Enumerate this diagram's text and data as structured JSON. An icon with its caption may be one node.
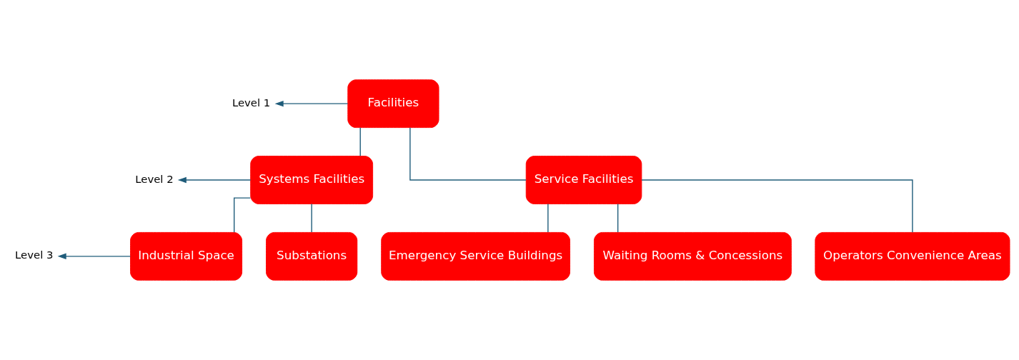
{
  "diagram": {
    "nodes": [
      {
        "text": [
          "Facilities"
        ]
      },
      {
        "text": [
          "Systems Facilities"
        ]
      },
      {
        "text": [
          "Service Facilities"
        ]
      },
      {
        "text": [
          "Industrial Space"
        ]
      },
      {
        "text": [
          "Substations"
        ]
      },
      {
        "text": [
          "Emergency Service Buildings"
        ]
      },
      {
        "text": [
          "Waiting Rooms & Concessions"
        ]
      },
      {
        "text": [
          "Operators Convenience Areas"
        ]
      },
      {
        "text": [
          "Level 1"
        ]
      },
      {
        "text": [
          "Level 2"
        ]
      },
      {
        "text": [
          "Level 3"
        ]
      }
    ],
    "edges": [
      {
        "from": 0,
        "to": 1,
        "arrow": "none"
      },
      {
        "from": 0,
        "to": 2,
        "arrow": "none"
      },
      {
        "from": 1,
        "to": 3,
        "arrow": "none"
      },
      {
        "from": 1,
        "to": 4,
        "arrow": "none"
      },
      {
        "from": 2,
        "to": 5,
        "arrow": "none"
      },
      {
        "from": 2,
        "to": 6,
        "arrow": "none"
      },
      {
        "from": 2,
        "to": 7,
        "arrow": "none"
      },
      {
        "from": 0,
        "to": 8,
        "arrow": "to"
      },
      {
        "from": 1,
        "to": 9,
        "arrow": "to"
      },
      {
        "from": 3,
        "to": 10,
        "arrow": "to"
      }
    ]
  }
}
